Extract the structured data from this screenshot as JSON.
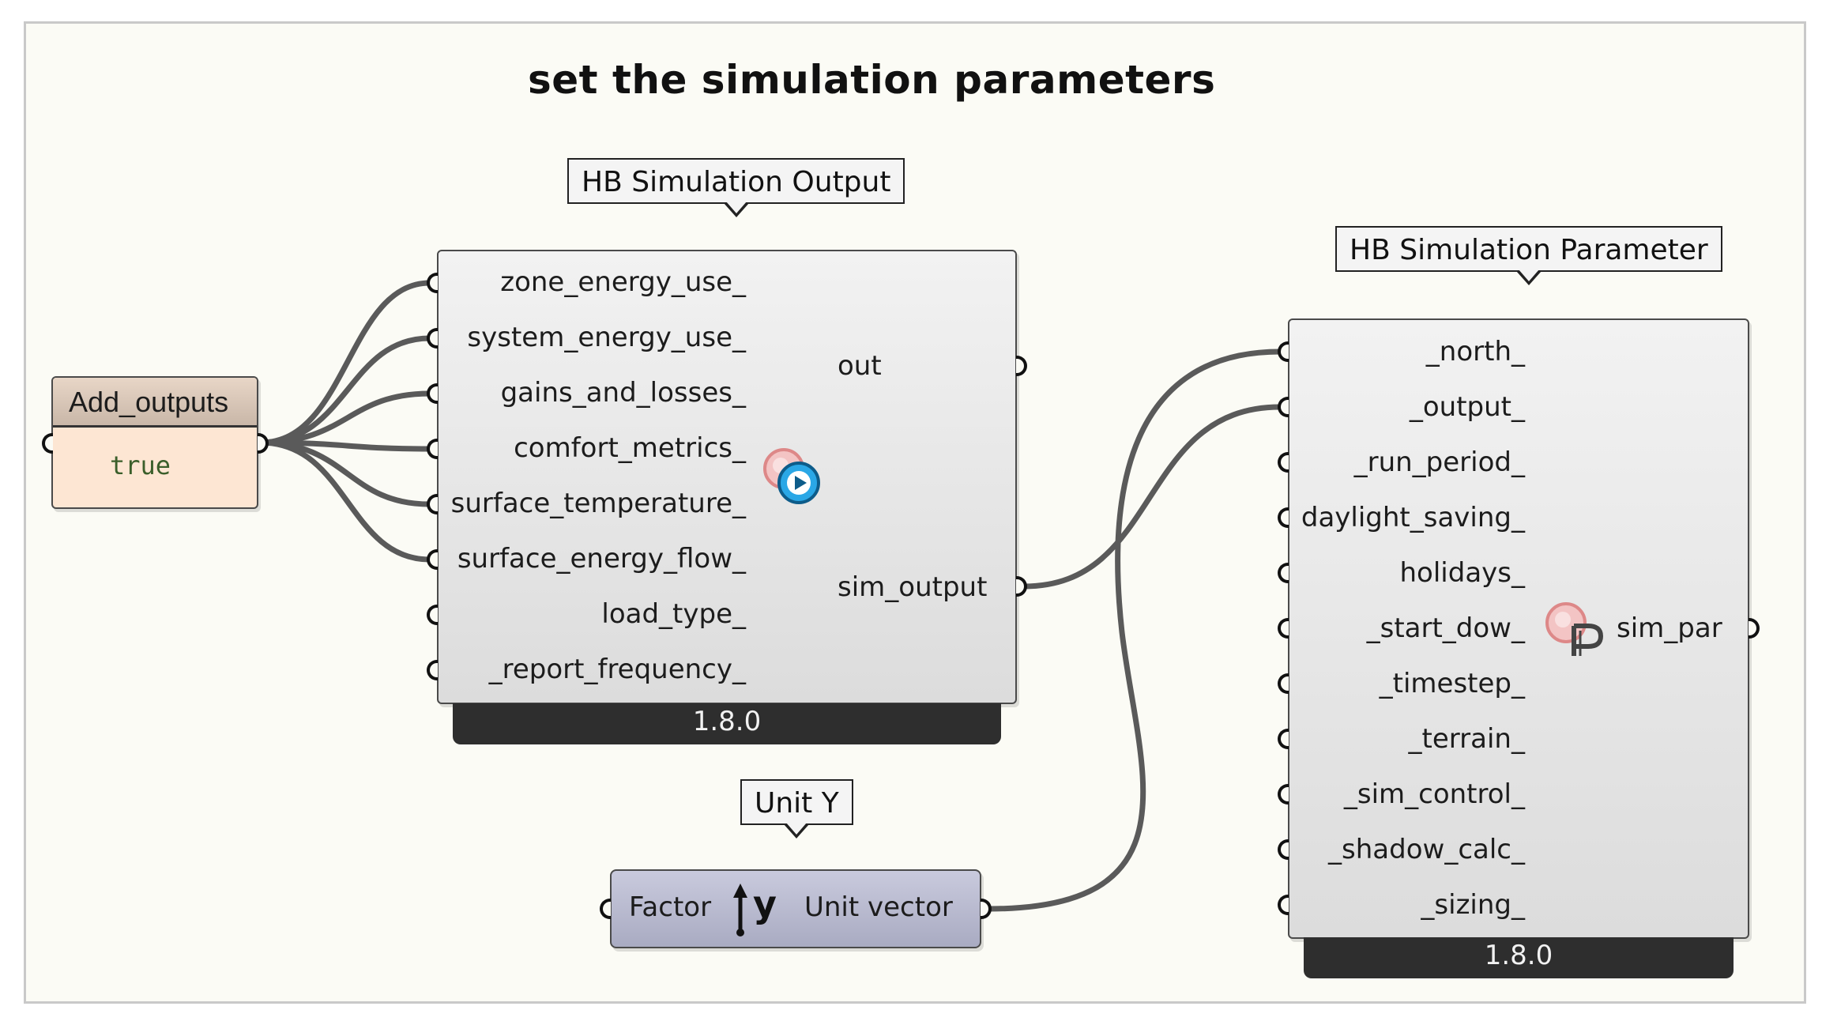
{
  "title": "set the simulation parameters",
  "toggle": {
    "name": "Add_outputs",
    "value": "true"
  },
  "sim_output": {
    "callout": "HB Simulation Output",
    "inputs": [
      "zone_energy_use_",
      "system_energy_use_",
      "gains_and_losses_",
      "comfort_metrics_",
      "surface_temperature_",
      "surface_energy_flow_",
      "load_type_",
      "_report_frequency_"
    ],
    "outputs": [
      "out",
      "sim_output"
    ],
    "version": "1.8.0",
    "icon": "play-icon"
  },
  "sim_param": {
    "callout": "HB Simulation Parameter",
    "inputs": [
      "_north_",
      "_output_",
      "_run_period_",
      "daylight_saving_",
      "holidays_",
      "_start_dow_",
      "_timestep_",
      "_terrain_",
      "_sim_control_",
      "_shadow_calc_",
      "_sizing_"
    ],
    "output": "sim_par",
    "version": "1.8.0",
    "icon": "parameter-icon"
  },
  "unit_y": {
    "callout": "Unit Y",
    "input": "Factor",
    "output": "Unit vector",
    "icon": "unit-y-icon"
  },
  "colors": {
    "canvas": "#fbfbf5",
    "wire": "#555555",
    "toggle_bg": "#fde6d3",
    "footer": "#2e2e2e"
  }
}
